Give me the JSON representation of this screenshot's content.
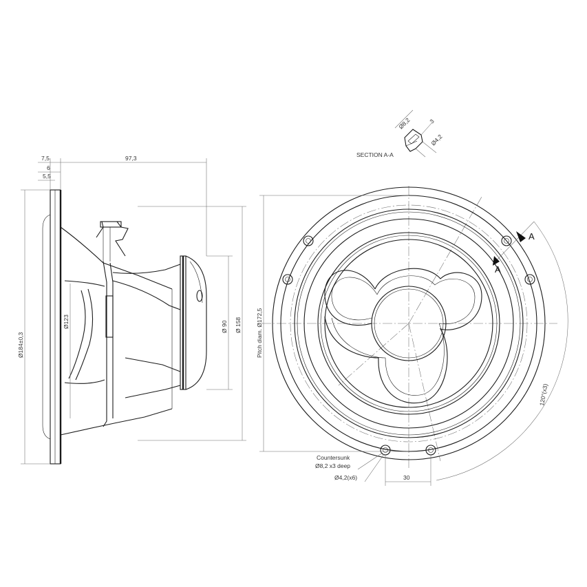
{
  "section": {
    "label": "SECTION A-A",
    "dim_d82": "Ø8,2",
    "dim_3": "3",
    "dim_d42": "Ø4,2"
  },
  "side_view": {
    "dim_7_5": "7,5",
    "dim_6": "6",
    "dim_5_5": "5,5",
    "dim_97_3": "97,3",
    "dim_d184": "Ø184±0,3",
    "dim_d123": "Ø123",
    "dim_d90": "Ø 90",
    "dim_d158": "Ø 158"
  },
  "front_view": {
    "pitch_diam": "Pitch diam. Ø172,5",
    "countersunk_1": "Countersunk",
    "countersunk_2": "Ø8,2 x3 deep",
    "holes": "Ø4,2(x6)",
    "spacing": "30",
    "angle": "120°(x3)",
    "section_mark_top": "A",
    "section_mark_bottom": "A"
  },
  "colors": {
    "line": "#1a1a1a",
    "dimension": "#6b6b6b",
    "background": "#ffffff"
  }
}
